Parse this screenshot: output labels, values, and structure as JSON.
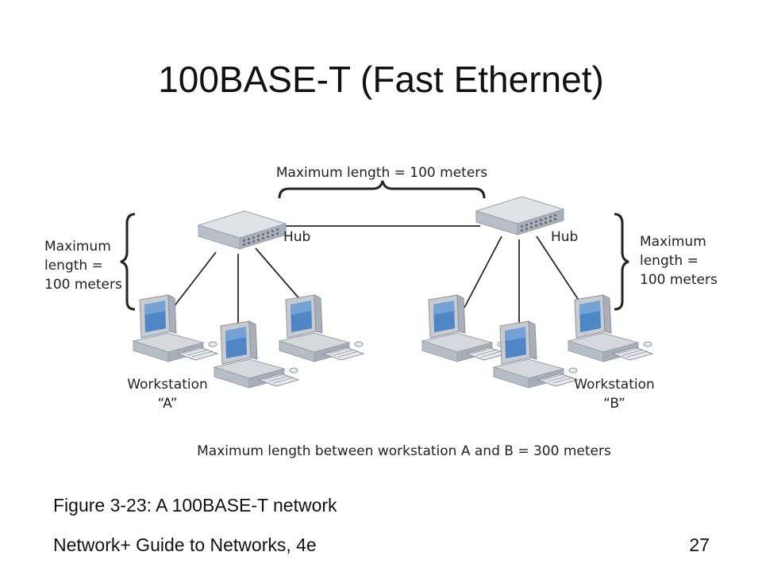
{
  "slide": {
    "title": "100BASE-T (Fast Ethernet)",
    "caption": "Figure 3-23: A 100BASE-T network",
    "footer": "Network+ Guide to Networks, 4e",
    "page_number": "27"
  },
  "diagram": {
    "top_span_label": "Maximum length = 100 meters",
    "left_span_label": [
      "Maximum",
      "length =",
      "100 meters"
    ],
    "right_span_label": [
      "Maximum",
      "length =",
      "100 meters"
    ],
    "hub_left_label": "Hub",
    "hub_right_label": "Hub",
    "workstation_a_label": [
      "Workstation",
      "“A”"
    ],
    "workstation_b_label": [
      "Workstation",
      "“B”"
    ],
    "bottom_label": "Maximum length between workstation A and B = 300 meters"
  },
  "colors": {
    "cable": "#2a2a2a",
    "bracket": "#222222",
    "hub_top": "#dfe3e8",
    "hub_side": "#b9bfc7",
    "monitor_frame": "#c8ccd1",
    "screen": "#4f86c6",
    "tower": "#cfd3d8"
  }
}
